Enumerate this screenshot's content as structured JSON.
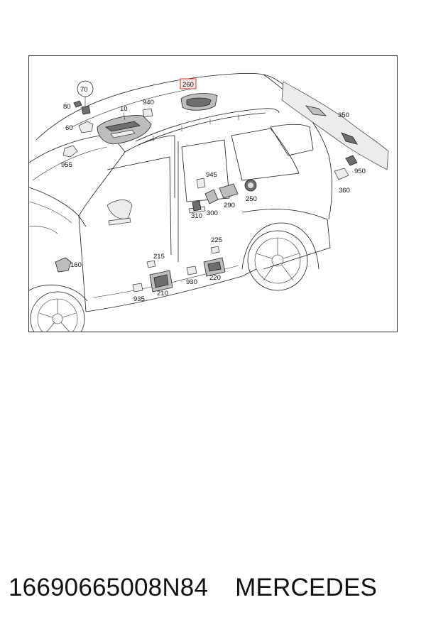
{
  "callouts": {
    "c70": "70",
    "c80": "80",
    "c60": "60",
    "c10": "10",
    "c940": "940",
    "c955": "955",
    "c260": "260",
    "c350": "350",
    "c950": "950",
    "c360": "360",
    "c945": "945",
    "c310": "310",
    "c300": "300",
    "c290": "290",
    "c250": "250",
    "c160": "160",
    "c225": "225",
    "c215": "215",
    "c220": "220",
    "c930": "930",
    "c210": "210",
    "c935": "935"
  },
  "highlight_color": "#d9534f",
  "caption": {
    "part_number": "16690665008N84",
    "brand": "MERCEDES"
  }
}
